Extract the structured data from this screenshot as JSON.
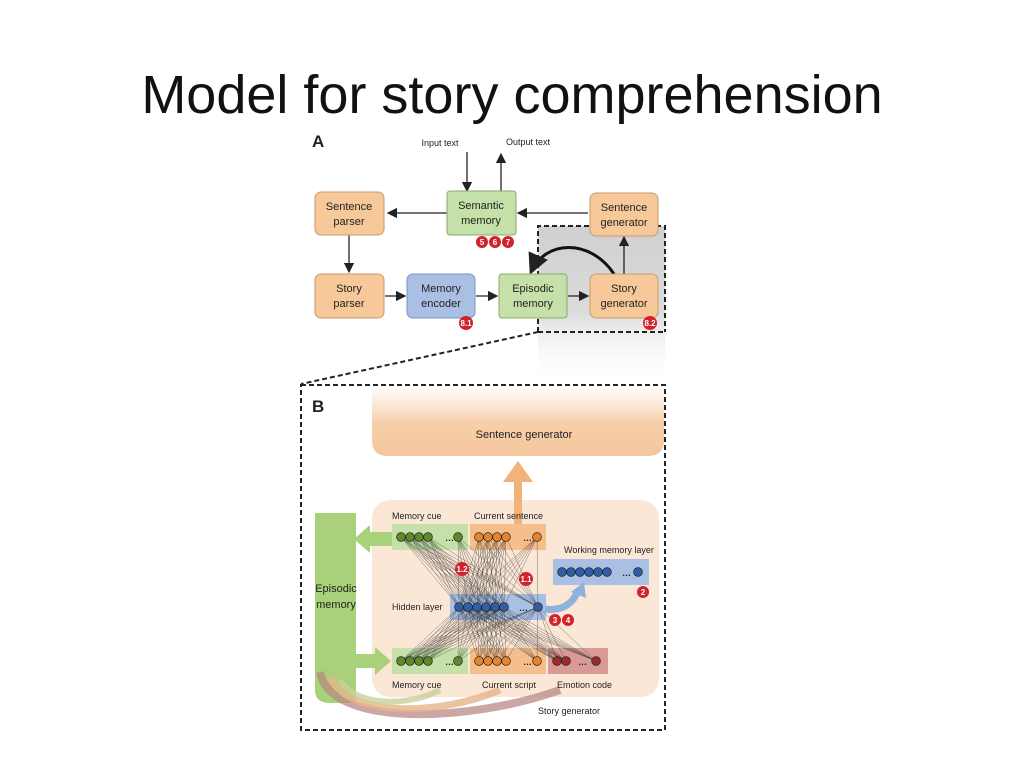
{
  "slide": {
    "title": "Model for story comprehension"
  },
  "panelA": {
    "letter": "A",
    "input_label": "Input text",
    "output_label": "Output text",
    "semantic_memory": [
      "Semantic",
      "memory"
    ],
    "sentence_parser": [
      "Sentence",
      "parser"
    ],
    "sentence_generator": [
      "Sentence",
      "generator"
    ],
    "story_parser": [
      "Story",
      "parser"
    ],
    "memory_encoder": [
      "Memory",
      "encoder"
    ],
    "episodic_memory": [
      "Episodic",
      "memory"
    ],
    "story_generator": [
      "Story",
      "generator"
    ],
    "badges": {
      "semantic": [
        "5",
        "6",
        "7"
      ],
      "encoder": "8.1",
      "generator": "8.2"
    }
  },
  "panelB": {
    "letter": "B",
    "sentence_generator": "Sentence generator",
    "memory_cue_top": "Memory cue",
    "current_sentence": "Current sentence",
    "working_memory_layer": "Working memory layer",
    "hidden_layer": "Hidden layer",
    "episodic_memory": [
      "Episodic",
      "memory"
    ],
    "memory_cue_bottom": "Memory cue",
    "current_script": "Current script",
    "emotion_code": "Emotion code",
    "story_generator": "Story generator",
    "ellipsis": "…",
    "badges": {
      "b12": "1.2",
      "b11": "1.1",
      "b2": "2",
      "b3": "3",
      "b4": "4"
    }
  },
  "colors": {
    "orange_box": "#f7c99a",
    "green_box": "#c5e0a8",
    "blue_box": "#a9c0e4",
    "badge_red": "#d0232b",
    "panel_bg": "#fbe7d6",
    "gray_zoom": "#d9d9d9",
    "node_green": "#5e8a2c",
    "node_orange": "#e8852c",
    "node_blue": "#2f5da6",
    "node_red": "#9c2a2a"
  }
}
